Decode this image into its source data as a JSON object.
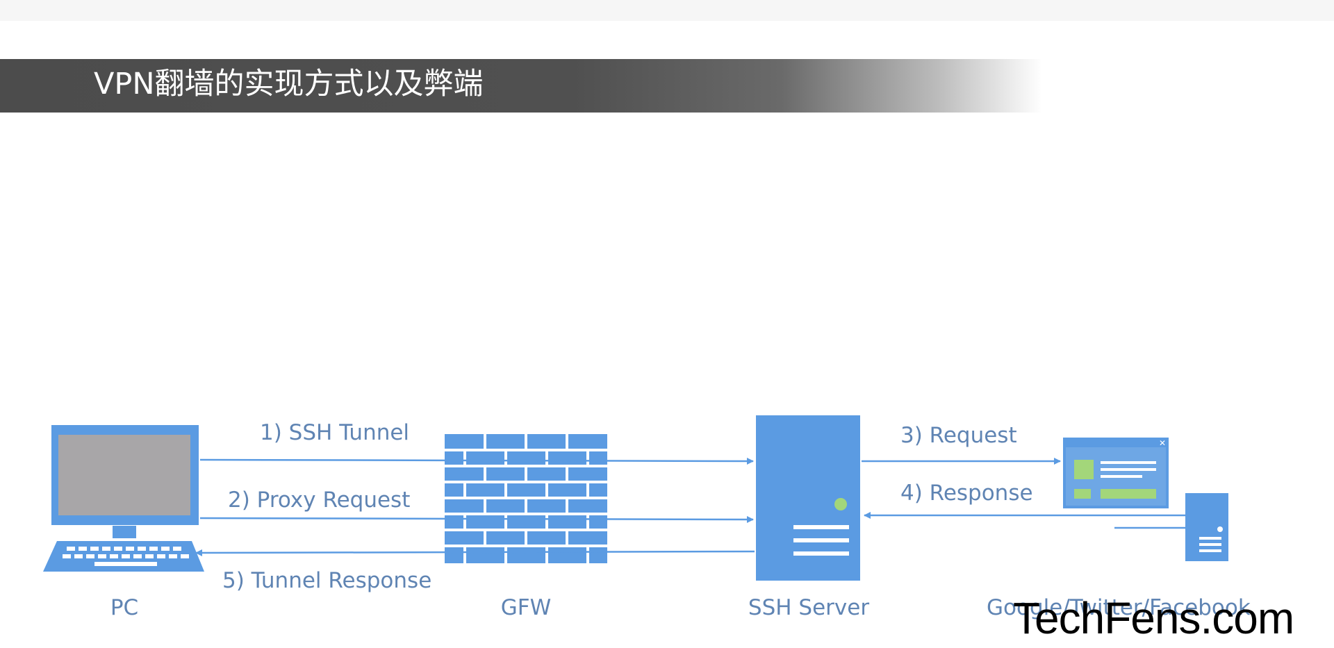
{
  "title": "VPN翻墙的实现方式以及弊端",
  "nodes": {
    "pc": "PC",
    "gfw": "GFW",
    "ssh_server": "SSH Server",
    "sites": "Google/Twitter/Facebook"
  },
  "arrows": {
    "a1": "1) SSH Tunnel",
    "a2": "2) Proxy Request",
    "a3": "3) Request",
    "a4": "4) Response",
    "a5": "5) Tunnel Response"
  },
  "watermark": "TechFens.com",
  "colors": {
    "diagram_blue": "#5b9be2",
    "label_blue": "#5f84b3",
    "monitor_screen": "#a8a6a8",
    "browser_green": "#a3d67a",
    "banner_gray": "#4c4c4c"
  }
}
